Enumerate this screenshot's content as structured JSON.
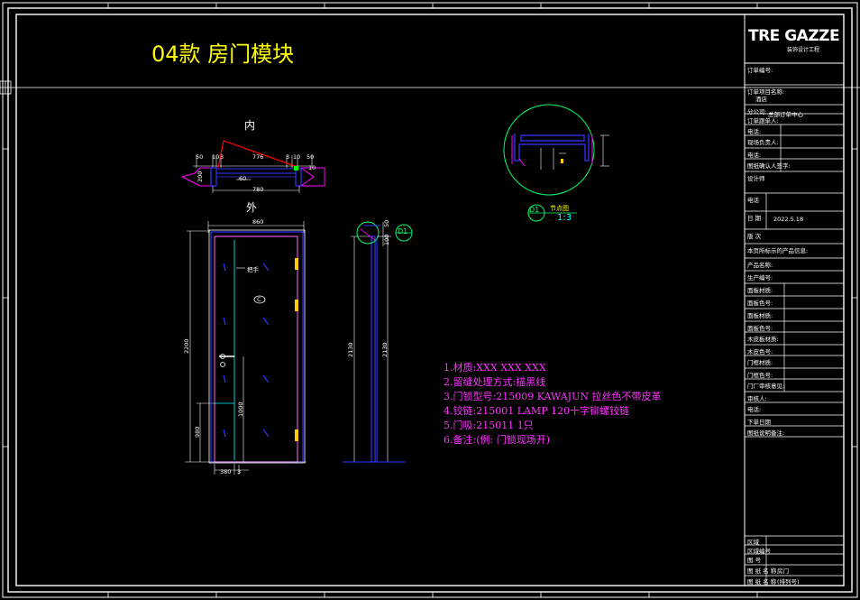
{
  "drawing_title": "04款 房门模块",
  "views": {
    "plan_inside_label": "内",
    "plan_outside_label": "外",
    "plan_dims": [
      "50",
      "10",
      "3",
      "776",
      "3",
      "10",
      "50"
    ],
    "plan_dim_under": "60",
    "plan_dim_width": "780",
    "plan_dim_side_left": "200",
    "plan_dim_side_right": "10",
    "elev_width": "860",
    "elev_height": "2200",
    "elev_side_height": "2130",
    "elev_right_height": "2130",
    "elev_handle_height": "1000",
    "elev_bottom_dim": "980",
    "elev_bottom_width": "380",
    "elev_bottom_small": "3",
    "elev_top_dim": "50",
    "elev_top_dim2": "100",
    "handle_label": "把手",
    "peephole_label": "C",
    "detail_marker": "D1",
    "section_title": "节点图",
    "section_scale": "1:3"
  },
  "notes": [
    "1.材质:XXX XXX XXX",
    "2.留缝处理方式:描黑线",
    "3.门锁型号:215009 KAWAJUN 拉丝色不带皮革",
    "4.铰链:215001 LAMP 120十字铆螺铰链",
    "5.门吸:215011  1只",
    "6.备注:(例: 门锁现场开)"
  ],
  "title_block": {
    "logo": "TRE GAZZE",
    "logo_sub": "装饰设计工程",
    "rows": [
      {
        "label": "订单编号:",
        "value": ""
      },
      {
        "label": "订单项目名称:",
        "value": "酒店"
      },
      {
        "label": "分公司:",
        "value": "总部订单中心"
      },
      {
        "label": "订单跟单人:",
        "value": ""
      },
      {
        "label": "电话:",
        "value": ""
      },
      {
        "label": "现场负责人:",
        "value": ""
      },
      {
        "label": "电话:",
        "value": ""
      },
      {
        "label": "图纸确认人签字:",
        "value": ""
      },
      {
        "label": "设计师",
        "value": ""
      },
      {
        "label": "电话",
        "value": ""
      },
      {
        "label": "日  期",
        "value": "2022.5.18"
      },
      {
        "label": "版  次",
        "value": ""
      },
      {
        "label": "本页所标示的产品信息:",
        "value": ""
      },
      {
        "label": "产品名称:",
        "value": ""
      },
      {
        "label": "生产编号:",
        "value": ""
      },
      {
        "label": "面板材质:",
        "value": ""
      },
      {
        "label": "面板色号:",
        "value": ""
      },
      {
        "label": "面板材质:",
        "value": ""
      },
      {
        "label": "面板色号:",
        "value": ""
      },
      {
        "label": "木皮板材质:",
        "value": ""
      },
      {
        "label": "木皮色号:",
        "value": ""
      },
      {
        "label": "门框材质:",
        "value": ""
      },
      {
        "label": "门框色号:",
        "value": ""
      },
      {
        "label": "门厂审核意见:",
        "value": ""
      },
      {
        "label": "审核人:",
        "value": ""
      },
      {
        "label": "电话:",
        "value": ""
      },
      {
        "label": "下单日期",
        "value": ""
      },
      {
        "label": "图纸说明备注:",
        "value": ""
      }
    ],
    "bottom_rows": [
      {
        "label": "区域",
        "value": ""
      },
      {
        "label": "区域编号",
        "value": ""
      },
      {
        "label": "图  号",
        "value": ""
      },
      {
        "label": "图 纸 名 称",
        "value": "房门"
      },
      {
        "label": "图 纸 名 称",
        "value": "(排列号)"
      }
    ]
  }
}
